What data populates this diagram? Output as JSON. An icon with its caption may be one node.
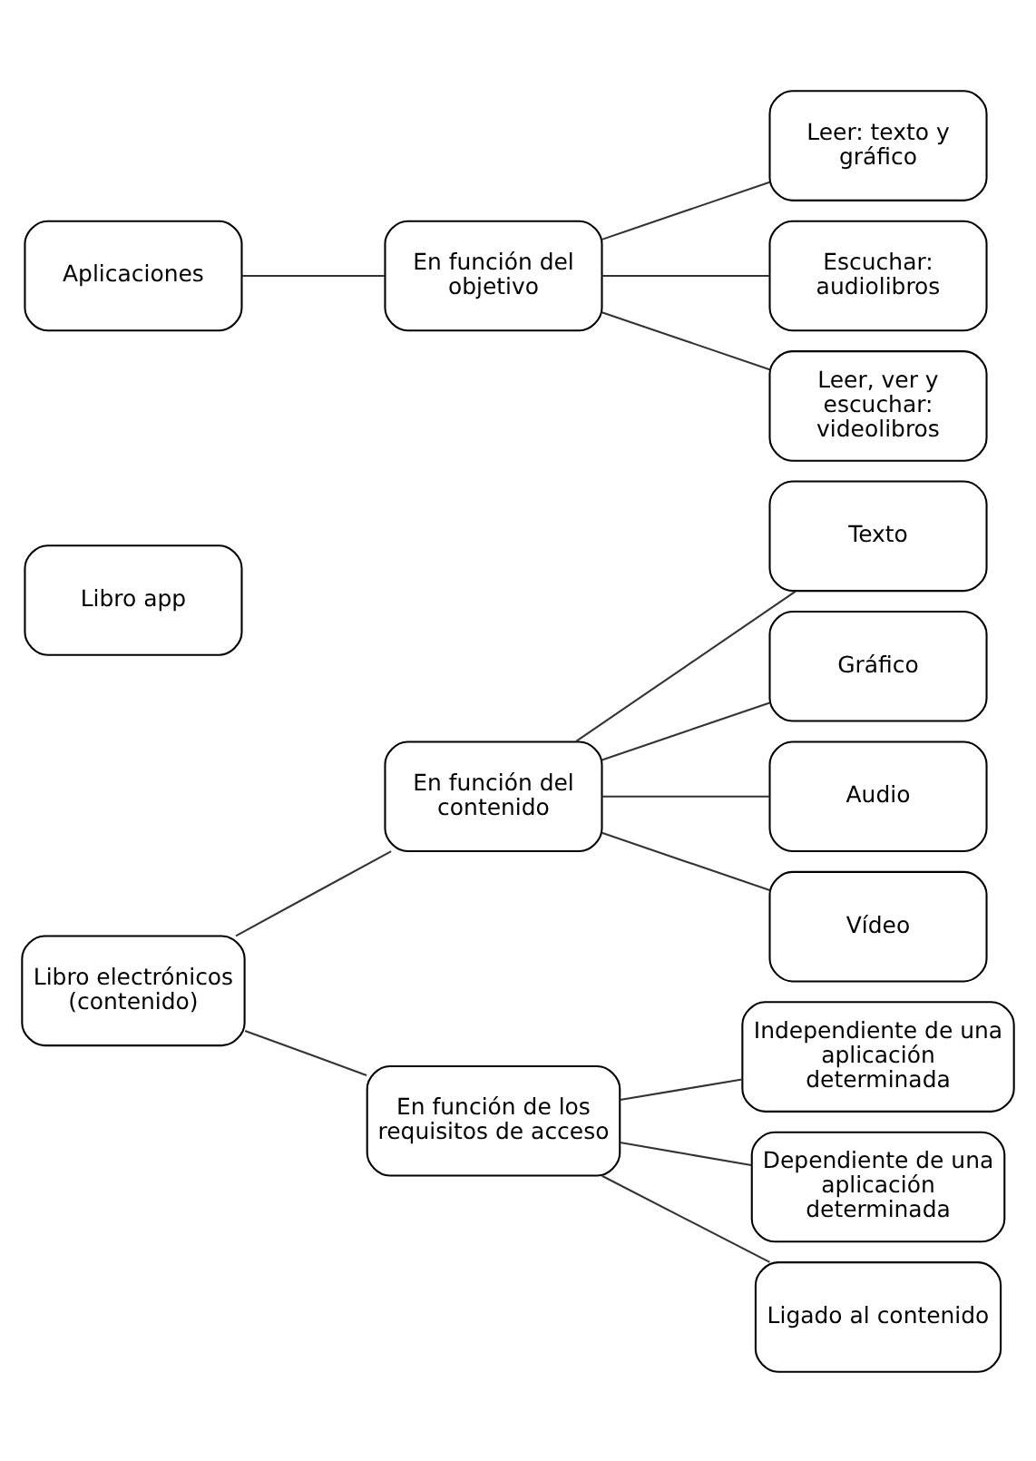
{
  "diagram": {
    "nodes": [
      {
        "text": [
          "Libro electrónicos (contenido)"
        ]
      },
      {
        "text": [
          "En función del contenido"
        ]
      },
      {
        "text": [
          "Texto"
        ]
      },
      {
        "text": [
          "Gráfico"
        ]
      },
      {
        "text": [
          "Audio"
        ]
      },
      {
        "text": [
          "Vídeo"
        ]
      },
      {
        "text": [
          "En función de los requisitos de acceso"
        ]
      },
      {
        "text": [
          "Independiente de una aplicación determinada"
        ]
      },
      {
        "text": [
          "Dependiente de una aplicación determinada"
        ]
      },
      {
        "text": [
          "Ligado al contenido"
        ]
      },
      {
        "text": [
          "Leer: texto y gráfico"
        ]
      },
      {
        "text": [
          "Aplicaciones"
        ]
      },
      {
        "text": [
          "En función del objetivo"
        ]
      },
      {
        "text": [
          "Escuchar: audiolibros"
        ]
      },
      {
        "text": [
          "Libro app"
        ]
      },
      {
        "text": [
          "Leer, ver y escuchar: videolibros"
        ]
      }
    ],
    "edges": [
      {
        "from": 0,
        "to": 1,
        "arrow": "none"
      },
      {
        "from": 0,
        "to": 6,
        "arrow": "none"
      },
      {
        "from": 1,
        "to": 2,
        "arrow": "none"
      },
      {
        "from": 1,
        "to": 3,
        "arrow": "none"
      },
      {
        "from": 1,
        "to": 4,
        "arrow": "none"
      },
      {
        "from": 1,
        "to": 5,
        "arrow": "none"
      },
      {
        "from": 6,
        "to": 7,
        "arrow": "none"
      },
      {
        "from": 6,
        "to": 8,
        "arrow": "none"
      },
      {
        "from": 6,
        "to": 9,
        "arrow": "none"
      },
      {
        "from": 11,
        "to": 12,
        "arrow": "none"
      },
      {
        "from": 12,
        "to": 10,
        "arrow": "none"
      },
      {
        "from": 12,
        "to": 13,
        "arrow": "none"
      },
      {
        "from": 12,
        "to": 15,
        "arrow": "none"
      }
    ]
  }
}
